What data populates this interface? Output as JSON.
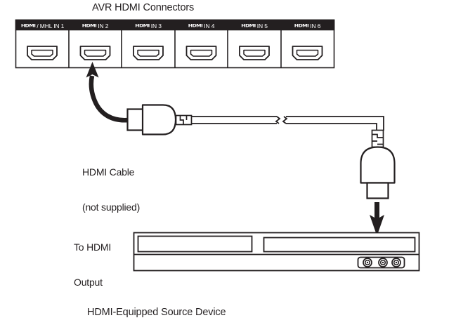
{
  "diagram": {
    "title": "AVR HDMI Connectors",
    "cable_label_line1": "HDMI Cable",
    "cable_label_line2": "(not supplied)",
    "output_label_line1": "To HDMI",
    "output_label_line2": "Output",
    "device_caption": "HDMI-Equipped Source Device",
    "ink_color": "#231f20",
    "label_strip_color": "#231f20",
    "background_color": "#ffffff",
    "highlighted_port_index": 1,
    "ports": [
      {
        "mark": "HDMI",
        "suffix": "/ MHL IN 1"
      },
      {
        "mark": "HDMI",
        "suffix": "IN 2"
      },
      {
        "mark": "HDMI",
        "suffix": "IN 3"
      },
      {
        "mark": "HDMI",
        "suffix": "IN 4"
      },
      {
        "mark": "HDMI",
        "suffix": "IN 5"
      },
      {
        "mark": "HDMI",
        "suffix": "IN 6"
      }
    ],
    "source_device": {
      "rca_jack_count": 3
    }
  }
}
